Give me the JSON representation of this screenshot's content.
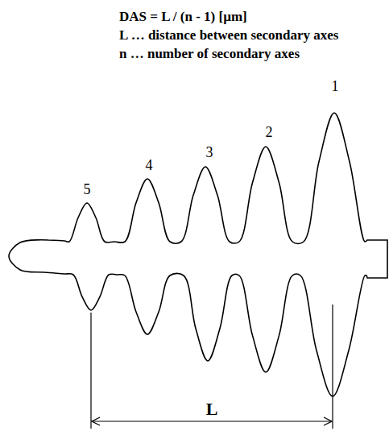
{
  "diagram": {
    "labels": [
      "DAS = L / (n - 1) [µm]",
      "L … distance between secondary axes",
      "n … number of secondary axes",
      "5",
      "4",
      "3",
      "2",
      "1",
      "L"
    ]
  }
}
